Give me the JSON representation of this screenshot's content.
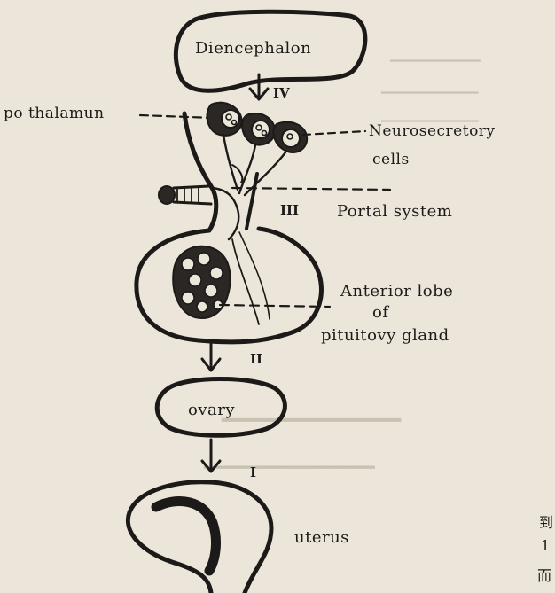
{
  "labels": {
    "diencephalon": "Diencephalon",
    "hypothalamus": "po thalamun",
    "neurosecretory_line1": "Neurosecretory",
    "neurosecretory_line2": "cells",
    "portal_system": "Portal system",
    "anterior_line1": "Anterior lobe",
    "anterior_line2": "of",
    "anterior_line3": "pituitovy gland",
    "ovary": "ovary",
    "uterus": "uterus"
  },
  "steps": {
    "iv": "IV",
    "iii": "III",
    "ii": "II",
    "i": "I"
  },
  "background_text": {
    "right_char_1": "到",
    "right_char_2": "1",
    "right_char_3": "而"
  },
  "colors": {
    "paper": "#ece6da",
    "ink": "#1c1a18",
    "ghost_print": "#c9c2b3"
  }
}
